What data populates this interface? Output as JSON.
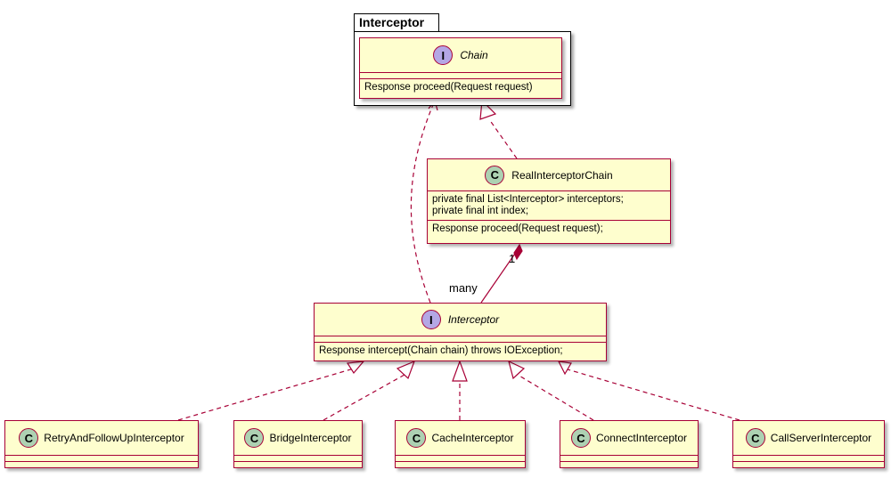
{
  "package": {
    "name": "Interceptor"
  },
  "chain": {
    "stereotype": "I",
    "name": "Chain",
    "methods": [
      "Response proceed(Request request)"
    ]
  },
  "real_chain": {
    "stereotype": "C",
    "name": "RealInterceptorChain",
    "fields": [
      "private final List<Interceptor> interceptors;",
      "private final int index;"
    ],
    "methods": [
      "Response proceed(Request request);"
    ]
  },
  "interceptor": {
    "stereotype": "I",
    "name": "Interceptor",
    "methods": [
      "Response intercept(Chain chain) throws IOException;"
    ]
  },
  "implementations": [
    {
      "stereotype": "C",
      "name": "RetryAndFollowUpInterceptor"
    },
    {
      "stereotype": "C",
      "name": "BridgeInterceptor"
    },
    {
      "stereotype": "C",
      "name": "CacheInterceptor"
    },
    {
      "stereotype": "C",
      "name": "ConnectInterceptor"
    },
    {
      "stereotype": "C",
      "name": "CallServerInterceptor"
    }
  ],
  "composition": {
    "source_multiplicity": "1",
    "target_multiplicity": "many"
  },
  "colors": {
    "class_fill": "#FEFECE",
    "border": "#A80036",
    "interface_badge": "#B4A7E5",
    "class_badge": "#ADD1B2"
  }
}
